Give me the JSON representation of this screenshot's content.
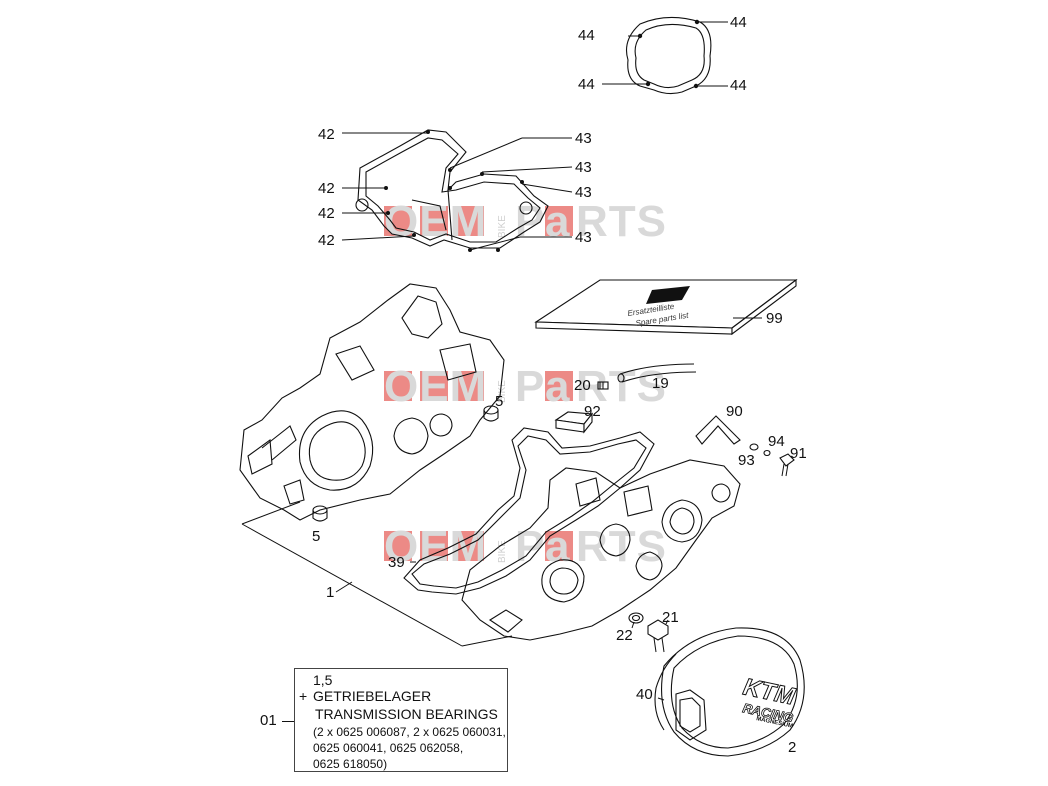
{
  "watermark": {
    "oem": "OEM",
    "bike": "BIKE",
    "p": "P",
    "a": "a",
    "rts": "RTS"
  },
  "labels": {
    "l44": "44",
    "l42": "42",
    "l43": "43",
    "l99": "99",
    "l19": "19",
    "l20": "20",
    "l5": "5",
    "l92": "92",
    "l90": "90",
    "l94": "94",
    "l93": "93",
    "l91": "91",
    "l39": "39",
    "l1": "1",
    "l21": "21",
    "l22": "22",
    "l40": "40",
    "l2": "2"
  },
  "manual_cover_text": {
    "line1": "Ersatzteilliste",
    "line2": "Spare parts list"
  },
  "cover_logo": {
    "line1": "KTM",
    "line2": "RACING",
    "line3": "MAGNESIUM"
  },
  "kit": {
    "ref": "01",
    "qty": "1,5",
    "plus": "+",
    "title_de": "GETRIEBELAGER",
    "title_en": "TRANSMISSION BEARINGS",
    "numbers_1": "(2 x 0625 006087, 2 x 0625 060031,",
    "numbers_2": "0625 060041, 0625 062058,",
    "numbers_3": "0625 618050)"
  },
  "colors": {
    "line": "#111111",
    "watermark_grey": "#d9d9d9",
    "watermark_red": "#ec8a86"
  }
}
